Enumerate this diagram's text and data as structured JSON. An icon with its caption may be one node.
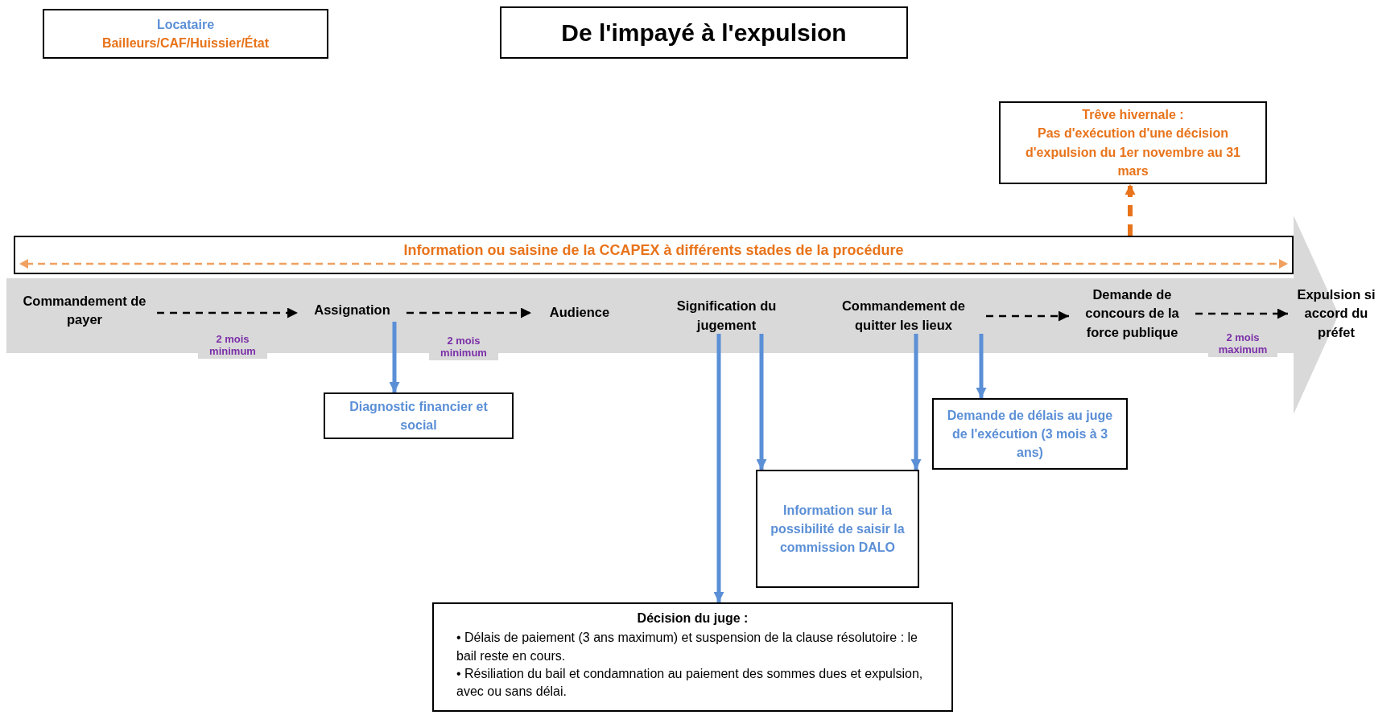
{
  "diagram": {
    "title": "De l'impayé à l'expulsion",
    "nodes": [
      {
        "text": [],
        "shape": "band"
      },
      {
        "text": [
          "Commandement de payer"
        ],
        "in": 0
      },
      {
        "text": [
          "Assignation"
        ],
        "in": 0
      },
      {
        "text": [
          "Audience"
        ],
        "in": 0
      },
      {
        "text": [
          "Signification du jugement"
        ],
        "in": 0
      },
      {
        "text": [
          "Commandement de quitter les lieux"
        ],
        "in": 0
      },
      {
        "text": [
          "Demande de concours de la force publique"
        ],
        "in": 0
      },
      {
        "text": [
          "Expulsion si accord du préfet"
        ],
        "in": 0
      },
      {
        "text": [
          "Information ou saisine de la CCAPEX à différents stades de la procédure"
        ]
      },
      {
        "text": [
          "Trêve hivernale :",
          "Pas d'exécution d'une décision d'expulsion du 1er novembre au 31 mars"
        ]
      },
      {
        "text": [
          "Diagnostic financier et social"
        ]
      },
      {
        "text": [
          "Information sur la possibilité de saisir la commission DALO"
        ]
      },
      {
        "text": [
          "Demande de délais au juge de l'exécution (3 mois à 3 ans)"
        ]
      },
      {
        "text": [
          "Décision du juge :",
          "• Délais de paiement (3 ans maximum) et suspension de la clause résolutoire : le bail reste en cours.",
          "• Résiliation du bail et condamnation au paiement des sommes dues et expulsion, avec ou sans délai."
        ]
      }
    ],
    "edges": [
      {
        "from": 1,
        "to": 2,
        "arrow": "to",
        "style": "dashed",
        "color": "#000000",
        "label": "2 mois minimum"
      },
      {
        "from": 2,
        "to": 3,
        "arrow": "to",
        "style": "dashed",
        "color": "#000000",
        "label": "2 mois minimum"
      },
      {
        "from": 5,
        "to": 6,
        "arrow": "to",
        "style": "dashed",
        "color": "#000000"
      },
      {
        "from": 6,
        "to": 7,
        "arrow": "to",
        "style": "dashed",
        "color": "#000000",
        "label": "2 mois maximum"
      },
      {
        "from": 2,
        "to": 10,
        "arrow": "to",
        "color": "#5b8fd6"
      },
      {
        "from": 4,
        "to": 13,
        "arrow": "to",
        "color": "#5b8fd6"
      },
      {
        "from": 4,
        "to": 11,
        "arrow": "to",
        "color": "#5b8fd6"
      },
      {
        "from": 5,
        "to": 11,
        "arrow": "to",
        "color": "#5b8fd6"
      },
      {
        "from": 5,
        "to": 12,
        "arrow": "to",
        "color": "#5b8fd6"
      },
      {
        "from": 8,
        "to": 9,
        "arrow": "to",
        "style": "dashed",
        "color": "#e8731a"
      }
    ],
    "legend": [
      {
        "text": "Locataire",
        "color": "#5b8fd6"
      },
      {
        "text": "Bailleurs/CAF/Huissier/État",
        "color": "#e8731a"
      }
    ]
  }
}
